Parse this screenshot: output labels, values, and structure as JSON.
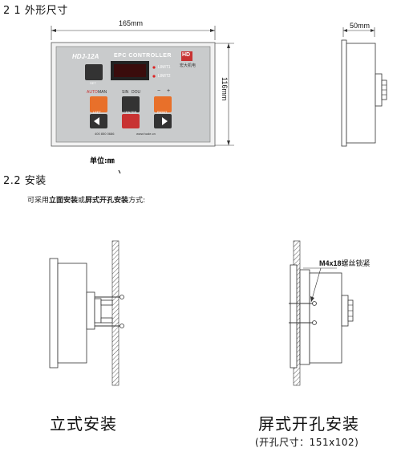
{
  "section1": {
    "title": "2 1 外形尺寸"
  },
  "front_view": {
    "width_label": "165mm",
    "height_label": "116mm",
    "unit_label": "单位:㎜",
    "device": {
      "model": "HDJ-12A",
      "name": "EPC CONTROLLER",
      "brand_logo": "HD",
      "brand_text": "宏大机电",
      "limit1": "LIMIT1",
      "limit2": "LIMIT2",
      "auto_label": "AUTO",
      "man_label": "MAN",
      "sin_label": "SIN",
      "dou_label": "DOU",
      "minus": "−",
      "plus": "+",
      "set_label": "SET",
      "left_label": "LEFT",
      "center_label": "CENTER",
      "right_label": "RIGHT",
      "phone": "400 850 0686",
      "website": "www.hude.cn"
    }
  },
  "side_view": {
    "depth_label": "50mm"
  },
  "section2": {
    "title": "2.2 安装",
    "description_parts": [
      "可采用",
      "立面安装",
      "或",
      "屏式开孔安装",
      "方式:"
    ]
  },
  "install_left": {
    "caption": "立式安装"
  },
  "install_right": {
    "caption": "屏式开孔安装",
    "cutout": "(开孔尺寸：151x102)",
    "screw_label_bold": "M4x18",
    "screw_label_rest": "螺丝锁紧"
  },
  "colors": {
    "panel_silver": "#c9cbcc",
    "display_red": "#cc1f1f",
    "button_orange": "#e8702a",
    "button_red": "#c83232",
    "button_dark": "#333333"
  }
}
